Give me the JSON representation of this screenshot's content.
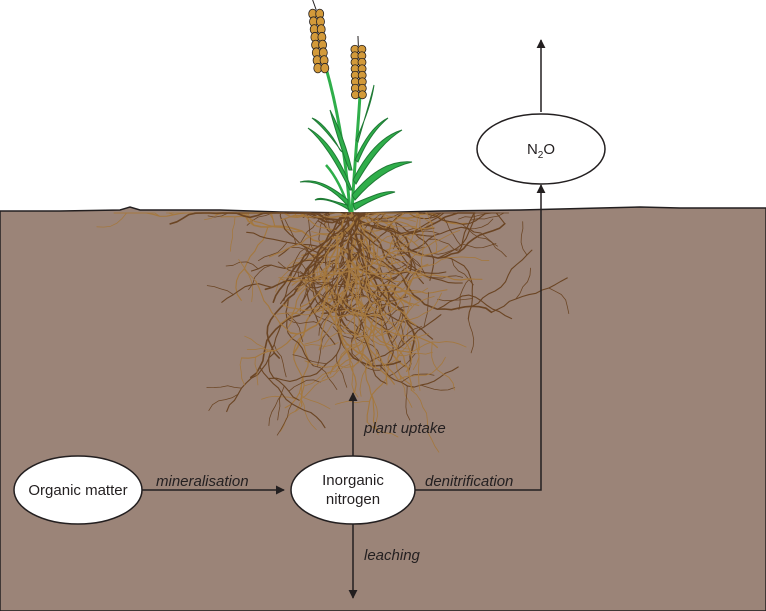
{
  "colors": {
    "soil": "#9b8478",
    "sky": "#ffffff",
    "ink": "#231f20",
    "leaf": "#2fae4a",
    "leaf_dark": "#1f7a35",
    "grain": "#d39a3a",
    "root": "#6b4524",
    "root_light": "#a4783f"
  },
  "nodes": {
    "organic": {
      "label": "Organic matter"
    },
    "inorganic": {
      "line1": "Inorganic",
      "line2": "nitrogen"
    },
    "n2o": {
      "base": "N",
      "sub": "2",
      "rest": "O"
    }
  },
  "processes": {
    "mineralisation": "mineralisation",
    "plant_uptake": "plant uptake",
    "denitrification": "denitrification",
    "leaching": "leaching"
  },
  "icons": {
    "plant": "wheat-plant-icon",
    "roots": "root-system-icon"
  }
}
